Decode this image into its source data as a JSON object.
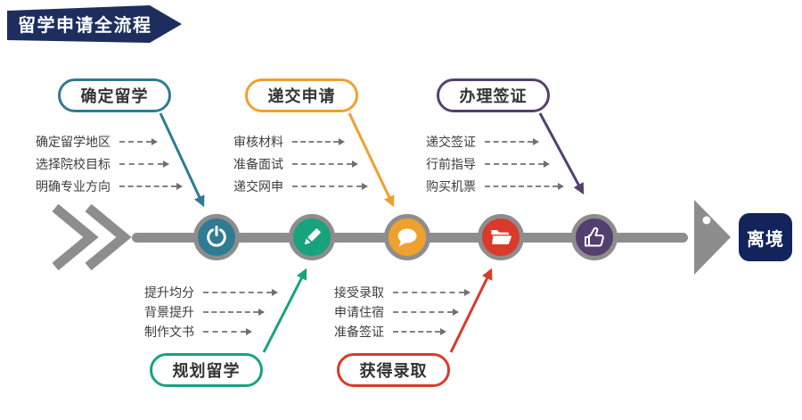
{
  "banner": {
    "title": "留学申请全流程"
  },
  "end": {
    "label": "离境"
  },
  "stages": [
    {
      "id": "confirm",
      "label": "确定留学",
      "color": "#2f7b93",
      "side": "top",
      "icon": "power-icon",
      "items": [
        "确定留学地区",
        "选择院校目标",
        "明确专业方向"
      ]
    },
    {
      "id": "plan",
      "label": "规划留学",
      "color": "#16a37d",
      "side": "bottom",
      "icon": "pencil-icon",
      "items": [
        "提升均分",
        "背景提升",
        "制作文书"
      ]
    },
    {
      "id": "apply",
      "label": "递交申请",
      "color": "#efa02e",
      "side": "top",
      "icon": "chat-bubble-icon",
      "items": [
        "审核材料",
        "准备面试",
        "递交网申"
      ]
    },
    {
      "id": "offer",
      "label": "获得录取",
      "color": "#d93a2a",
      "side": "bottom",
      "icon": "folder-open-icon",
      "items": [
        "接受录取",
        "申请住宿",
        "准备签证"
      ]
    },
    {
      "id": "visa",
      "label": "办理签证",
      "color": "#54406e",
      "side": "top",
      "icon": "thumbs-up-icon",
      "items": [
        "递交签证",
        "行前指导",
        "购买机票"
      ]
    }
  ],
  "colors": {
    "timeline_gray": "#8d8d8d",
    "banner_navy": "#1d2d5e",
    "end_box_navy": "#13235c",
    "item_text": "#3d3d3d"
  }
}
